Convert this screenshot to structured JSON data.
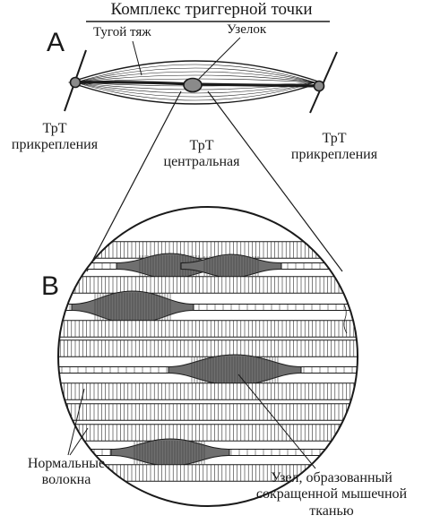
{
  "diagram": {
    "title": "Комплекс триггерной точки",
    "panel_a": "A",
    "panel_b": "B",
    "labels": {
      "taut_band": "Тугой тяж",
      "nodule": "Узелок",
      "trp_attach_left": [
        "ТрТ",
        "прикрепления"
      ],
      "trp_central": [
        "ТрТ",
        "центральная"
      ],
      "trp_attach_right": [
        "ТрТ",
        "прикрепления"
      ],
      "normal_fibers": [
        "Нормальные",
        "волокна"
      ],
      "knot": [
        "Узел, образованный",
        "сокращенной мышечной",
        "тканью"
      ]
    },
    "colors": {
      "ink": "#1a1a1a",
      "paper": "#ffffff",
      "shade": "#8a8a8a"
    }
  }
}
